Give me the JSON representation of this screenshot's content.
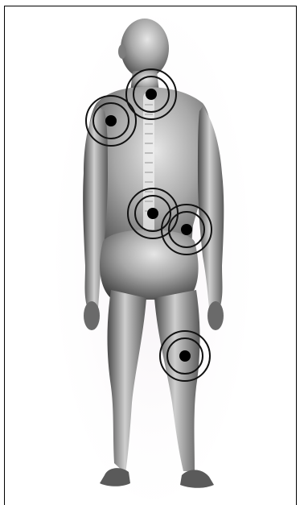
{
  "figure": {
    "subject": "human-body-back-view",
    "colors": {
      "body_light": "#d9d9d9",
      "body_mid": "#9a9a9a",
      "body_dark": "#3c3c3c",
      "spine": "#f2f2f2",
      "marker_ring": "#111111",
      "marker_dot": "#000000",
      "background_haze": "#f3eef2"
    },
    "pain_points": [
      {
        "id": "upper-neck-shoulder"
      },
      {
        "id": "left-shoulder"
      },
      {
        "id": "lower-back-left"
      },
      {
        "id": "lower-back-right"
      },
      {
        "id": "right-knee"
      }
    ]
  }
}
